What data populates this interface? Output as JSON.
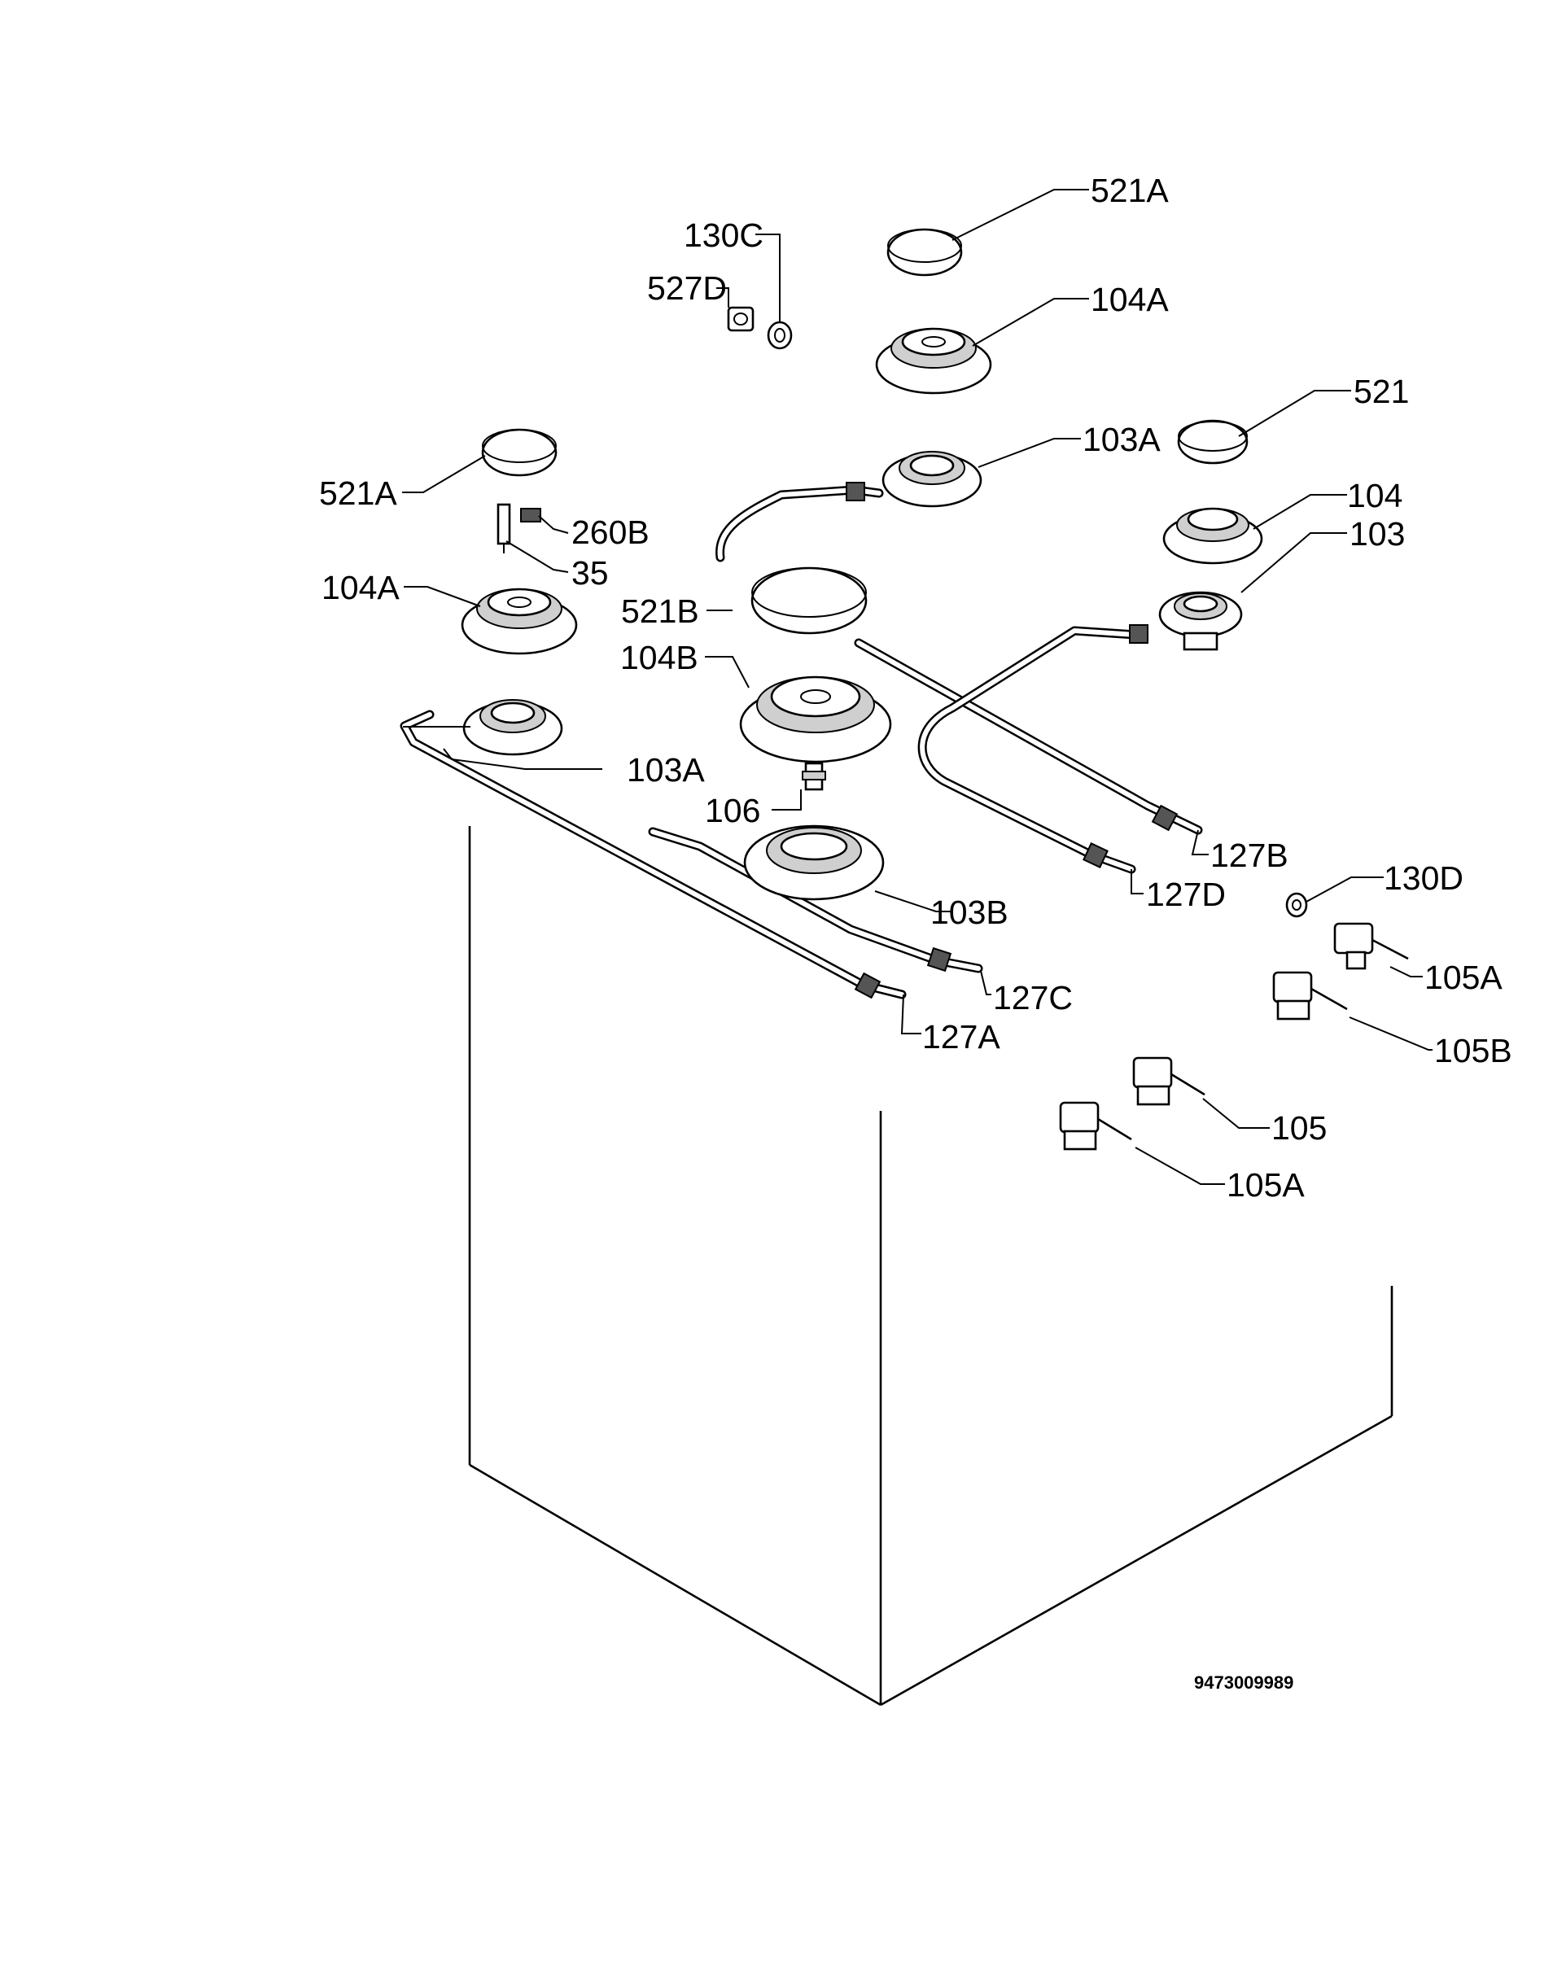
{
  "labels": {
    "l_521a_top": "521A",
    "l_130c": "130C",
    "l_527d": "527D",
    "l_104a_top": "104A",
    "l_521_right": "521",
    "l_103a_top": "103A",
    "l_521a_left": "521A",
    "l_260b": "260B",
    "l_35": "35",
    "l_104_right": "104",
    "l_103_right": "103",
    "l_104a_left": "104A",
    "l_521b": "521B",
    "l_104b": "104B",
    "l_103a_left": "103A",
    "l_106": "106",
    "l_127b": "127B",
    "l_127d": "127D",
    "l_130d": "130D",
    "l_103b": "103B",
    "l_105a_right": "105A",
    "l_127c": "127C",
    "l_127a": "127A",
    "l_105b": "105B",
    "l_105": "105",
    "l_105a_bottom": "105A"
  },
  "drawing_code": "9473009989"
}
